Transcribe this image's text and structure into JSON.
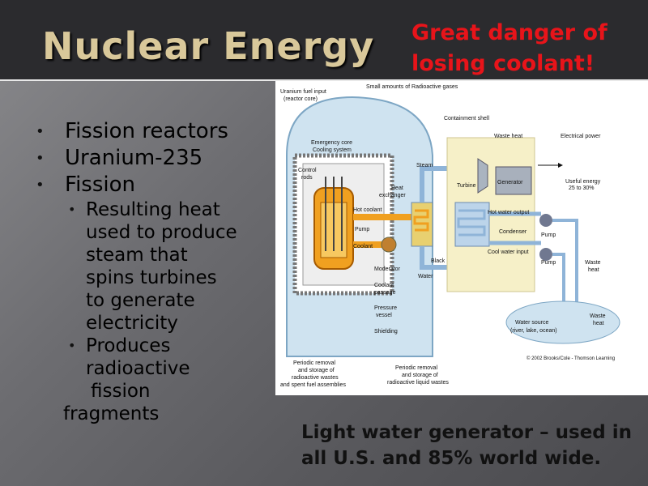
{
  "slide": {
    "title": "Nuclear Energy",
    "danger_line1": "Great danger of",
    "danger_line2": "losing coolant!",
    "bullets": [
      "Fission reactors",
      "Uranium-235",
      "Fission"
    ],
    "sub_bullet_1_lines": [
      "Resulting heat",
      "used to produce",
      "steam that",
      "spins turbines",
      "to generate",
      "electricity"
    ],
    "sub_bullet_2_lines": [
      "Produces",
      "radioactive",
      "fission"
    ],
    "sub_bullet_2_tail": "fragments",
    "caption_line1": "Light water generator – used in",
    "caption_line2": "all U.S. and 85% world wide."
  },
  "diagram": {
    "labels": {
      "uranium_fuel": "Uranium fuel input",
      "reactor_core": "(reactor core)",
      "small_amounts": "Small amounts of Radioactive gases",
      "containment": "Containment shell",
      "emergency1": "Emergency core",
      "emergency2": "Cooling system",
      "control1": "Control",
      "control2": "rods",
      "heat1": "Heat",
      "heat2": "exchanger",
      "steam": "Steam",
      "turbine": "Turbine",
      "generator": "Generator",
      "waste_heat_top": "Waste heat",
      "electrical_power": "Electrical power",
      "useful_energy1": "Useful energy",
      "useful_energy2": "25 to 30%",
      "hot_coolant": "Hot coolant",
      "hot_water_output": "Hot water output",
      "condenser": "Condenser",
      "pump_left": "Pump",
      "pump_right1": "Pump",
      "pump_right2": "Pump",
      "coolant": "Coolant",
      "cool_water_input": "Cool water input",
      "black": "Black",
      "water": "Water",
      "moderator": "Moderator",
      "coolant_passage1": "Coolant",
      "coolant_passage2": "passage",
      "pressure1": "Pressure",
      "pressure2": "vessel",
      "shielding": "Shielding",
      "waste_heat_right1": "Waste",
      "waste_heat_right2": "heat",
      "water_source1": "Water source",
      "water_source2": "(river, lake, ocean)",
      "waste_heat_lake1": "Waste",
      "waste_heat_lake2": "heat",
      "periodic_left1": "Periodic removal",
      "periodic_left2": "and storage of",
      "periodic_left3": "radioactive wastes",
      "periodic_left4": "and spent fuel assemblies",
      "periodic_mid1": "Periodic removal",
      "periodic_mid2": "and storage of",
      "periodic_mid3": "radioactive liquid wastes",
      "copyright": "© 2002 Brooks/Cole - Thomson Learning"
    }
  },
  "colors": {
    "title": "#d9c89a",
    "danger": "#e8141a",
    "header_band": "#2b2b2e",
    "containment": "#cfe3f0",
    "core": "#f0a020",
    "turbine_box": "#f6f0c8"
  }
}
